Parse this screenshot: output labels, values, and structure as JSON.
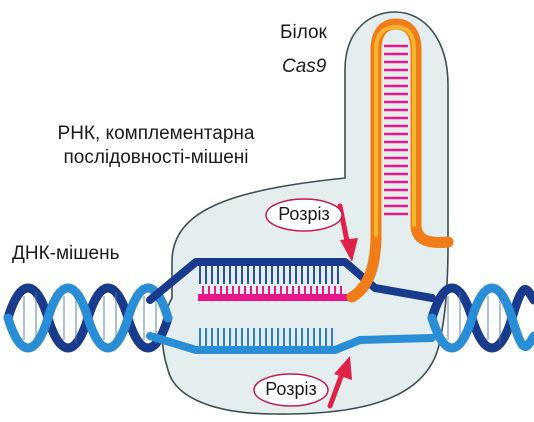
{
  "labels": {
    "protein_line1": "Білок",
    "protein_line2": "Cas9",
    "rna_line1": "РНК, комплементарна",
    "rna_line2": "послідовності-мішені",
    "dna": "ДНК-мішень",
    "cut_top": "Розріз",
    "cut_bottom": "Розріз"
  },
  "colors": {
    "protein_fill": "#e4eeee",
    "protein_outline": "#3e4d55",
    "dna_dark": "#1a3b8c",
    "dna_light": "#2a8ed6",
    "rna_orange": "#f07d1a",
    "rna_yellow": "#f5b82c",
    "rna_pink": "#e8168a",
    "arrow": "#e0224a",
    "cut_oval_border": "#c21b55"
  }
}
